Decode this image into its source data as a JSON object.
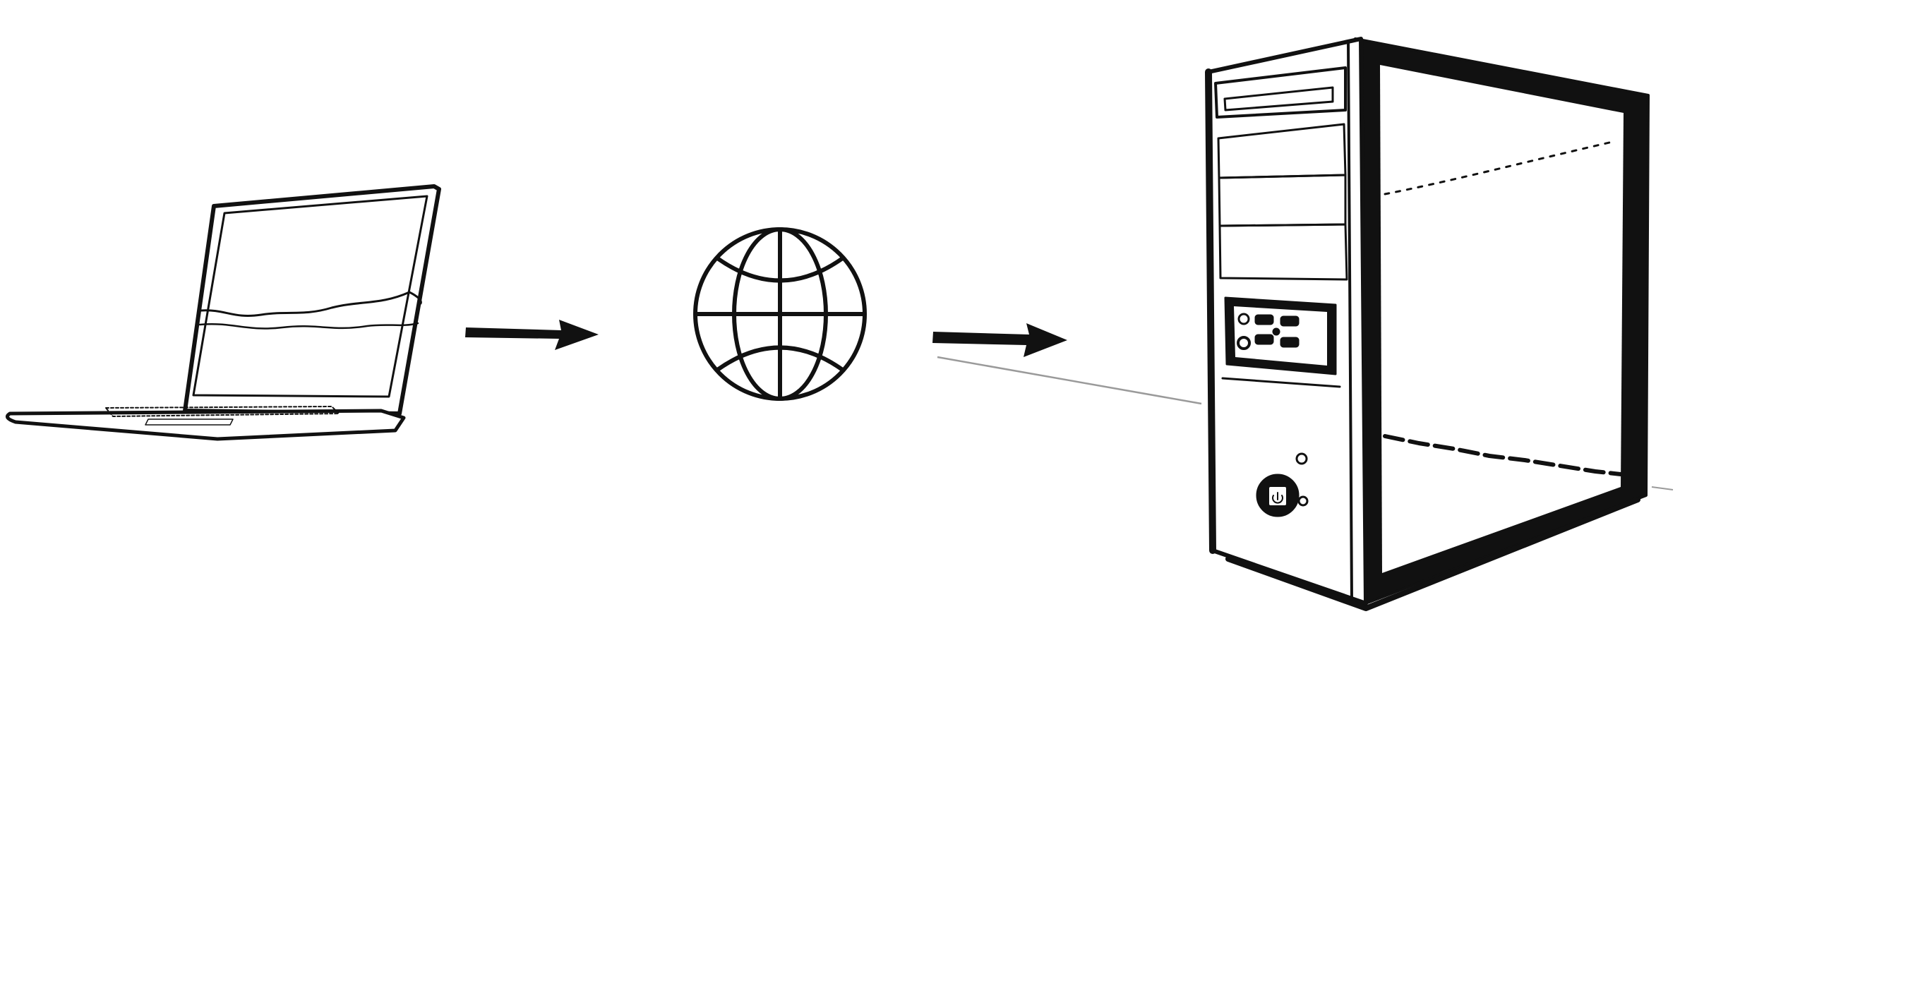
{
  "diagram": {
    "type": "flow",
    "direction": "left-to-right",
    "nodes": [
      {
        "id": "laptop",
        "icon": "laptop-icon"
      },
      {
        "id": "internet",
        "icon": "globe-icon"
      },
      {
        "id": "server",
        "icon": "desktop-tower-icon"
      }
    ],
    "edges": [
      {
        "from": "laptop",
        "to": "internet",
        "icon": "arrow-right-icon"
      },
      {
        "from": "internet",
        "to": "server",
        "icon": "arrow-right-icon"
      }
    ],
    "colors": {
      "stroke": "#111111",
      "background": "#ffffff",
      "shadow": "#9a9a9a"
    }
  }
}
